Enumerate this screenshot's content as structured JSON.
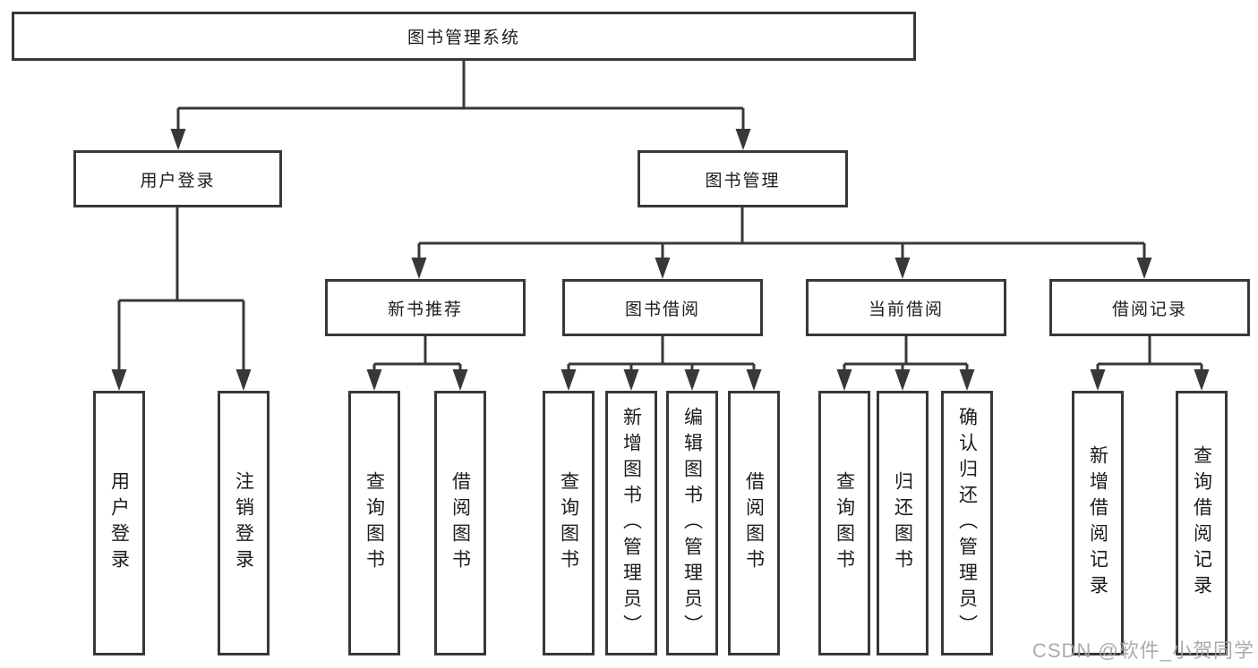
{
  "tree": {
    "label": "图书管理系统",
    "children": [
      {
        "label": "用户登录",
        "children": [
          {
            "label": "用户登录"
          },
          {
            "label": "注销登录"
          }
        ]
      },
      {
        "label": "图书管理",
        "children": [
          {
            "label": "新书推荐",
            "children": [
              {
                "label": "查询图书"
              },
              {
                "label": "借阅图书"
              }
            ]
          },
          {
            "label": "图书借阅",
            "children": [
              {
                "label": "查询图书"
              },
              {
                "label": "新增图书（管理员）"
              },
              {
                "label": "编辑图书（管理员）"
              },
              {
                "label": "借阅图书"
              }
            ]
          },
          {
            "label": "当前借阅",
            "children": [
              {
                "label": "查询图书"
              },
              {
                "label": "归还图书"
              },
              {
                "label": "确认归还（管理员）"
              }
            ]
          },
          {
            "label": "借阅记录",
            "children": [
              {
                "label": "新增借阅记录"
              },
              {
                "label": "查询借阅记录"
              }
            ]
          }
        ]
      }
    ]
  },
  "watermark": "CSDN @软件_小贺同学",
  "colors": {
    "line": "#383838",
    "text": "#1c1c1c",
    "watermark": "#a3a3a3",
    "background": "#ffffff"
  }
}
